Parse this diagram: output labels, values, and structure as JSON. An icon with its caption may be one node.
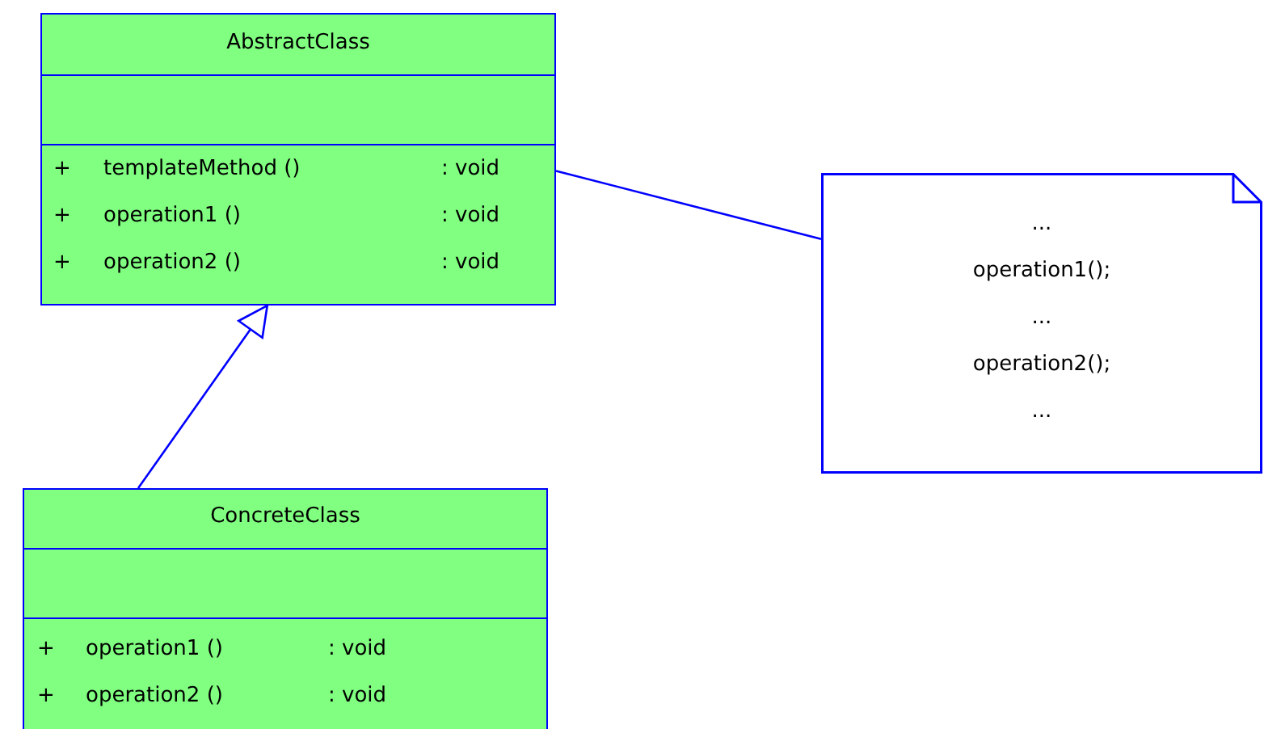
{
  "diagram": {
    "nodes": [
      {
        "text": [
          "AbstractClass",
          "+",
          "templateMethod ()",
          ": void",
          "+",
          "operation1 ()",
          ": void",
          "+",
          "operation2 ()",
          ": void"
        ]
      },
      {
        "text": [
          "ConcreteClass",
          "+",
          "operation1 ()",
          ": void",
          "+",
          "operation2 ()",
          ": void"
        ]
      },
      {
        "text": [
          "...",
          "operation1();",
          "...",
          "operation2();",
          "..."
        ]
      }
    ],
    "edges": [
      {
        "from": 1,
        "to": 0,
        "arrow": "to"
      },
      {
        "from": 0,
        "to": 2,
        "arrow": "none"
      }
    ]
  }
}
